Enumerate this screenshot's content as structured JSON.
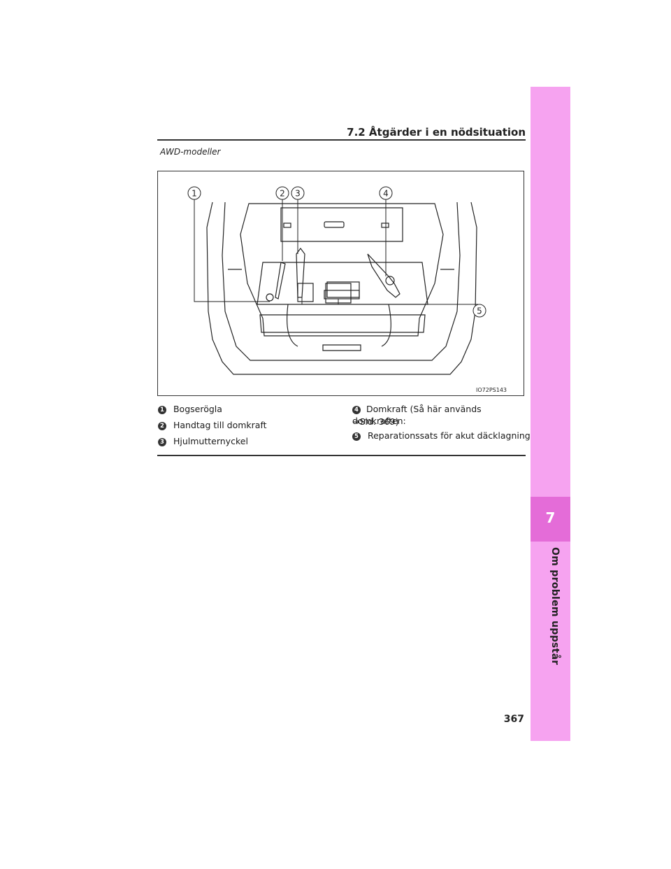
{
  "header": {
    "section_title": "7.2  Åtgärder i en nödsituation"
  },
  "subheading": "AWD-modeller",
  "figure": {
    "code": "IO72PS143",
    "callouts": [
      "1",
      "2",
      "3",
      "4",
      "5"
    ]
  },
  "legend": {
    "items": [
      {
        "num": "1",
        "text": "Bogserögla"
      },
      {
        "num": "2",
        "text": "Handtag till domkraft"
      },
      {
        "num": "3",
        "text": "Hjulmutternyckel"
      },
      {
        "num": "4",
        "text": "Domkraft (Så här används domkraften:",
        "continuation": "→Sid. 369)"
      },
      {
        "num": "5",
        "text": "Reparationssats för akut däcklagning"
      }
    ]
  },
  "side_tab": {
    "chapter_number": "7",
    "chapter_title": "Om problem uppstår"
  },
  "page_number": "367",
  "colors": {
    "tab": "#f6a3f0",
    "tab_active": "#e46cd8"
  }
}
